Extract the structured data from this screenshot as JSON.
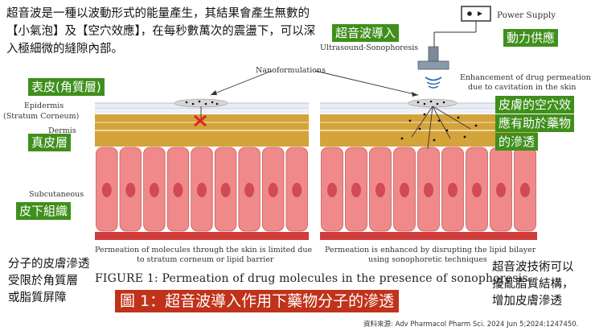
{
  "intro_text": "超音波是一種以波動形式的能量產生，其結果會產生無數的【小氣泡】及【空穴效應】，在每秒數萬次的震盪下，可以深入極細微的縫隙內部。",
  "labels": {
    "epidermis_zh": "表皮(角質層)",
    "dermis_zh": "真皮層",
    "subcutaneous_zh": "皮下組織",
    "sonophoresis_zh": "超音波導入",
    "power_zh": "動力供應",
    "cavitation_zh_1": "皮膚的空穴效",
    "cavitation_zh_2": "應有助於藥物",
    "cavitation_zh_3": "的滲透"
  },
  "figure_text": {
    "power_supply": "Power Supply",
    "ultrasound": "Ultrasound-Sonophoresis",
    "nanoformulations": "Nanoformulations",
    "enhancement_1": "Enhancement of drug permeation",
    "enhancement_2": "due to cavitation in the skin",
    "epidermis": "Epidermis",
    "stratum": "(Stratum Corneum)",
    "dermis": "Dermis",
    "subcutaneous": "Subcutaneous",
    "left_caption_1": "Permeation of molecules through the skin is limited due",
    "left_caption_2": "to stratum corneum or lipid barrier",
    "right_caption_1": "Permeation is enhanced by disrupting the lipid bilayer",
    "right_caption_2": "using sonophoretic techniques",
    "figure_caption": "FIGURE 1: Permeation of drug molecules in the presence of sonophoresis."
  },
  "notes": {
    "left_1": "分子的皮膚滲透",
    "left_2": "受限於角質層",
    "left_3": "或脂質屏障",
    "right_1": "超音波技術可以",
    "right_2": "擾亂脂質結構，",
    "right_3": "增加皮膚滲透"
  },
  "chinese_title": "圖 1：超音波導入作用下藥物分子的滲透",
  "source": "資料來源: Adv Pharmacol Pharm Sci. 2024 Jun 5;2024:1247450.",
  "colors": {
    "green_label": "#3f8f1c",
    "red_title": "#c0321a",
    "dermis": "#d4a33a",
    "cell_fill": "#f08a8a",
    "nucleus": "#d14a55"
  }
}
